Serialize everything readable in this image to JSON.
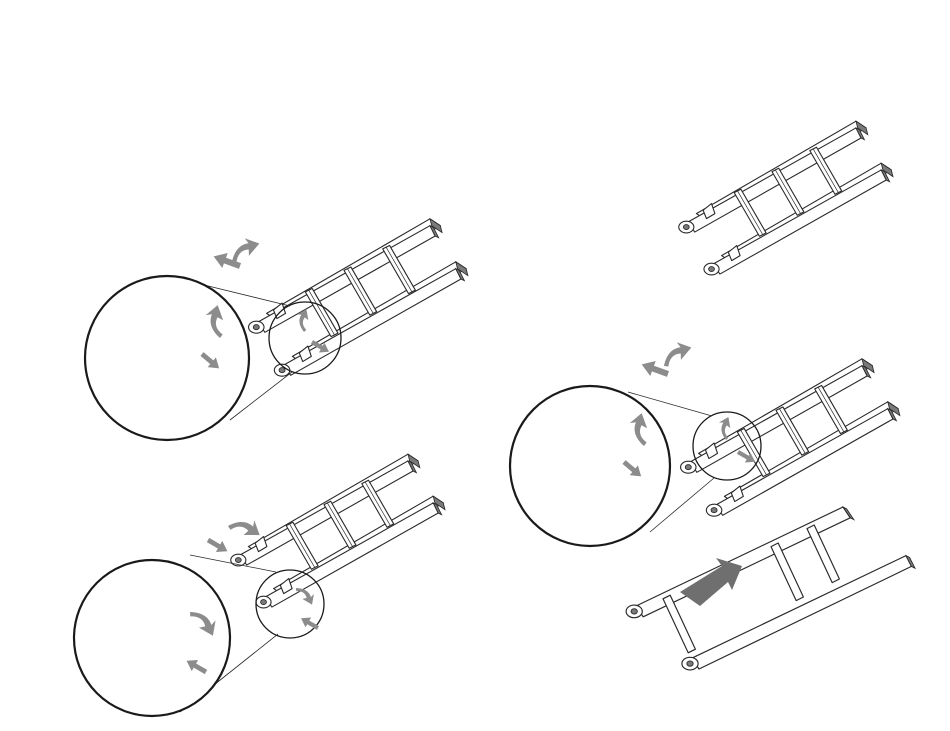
{
  "figure": {
    "steps": [
      {
        "id": "step-1",
        "description_text": ""
      },
      {
        "id": "step-2",
        "description_text": ""
      },
      {
        "id": "step-3",
        "description_text": ""
      },
      {
        "id": "step-4",
        "description_text": ""
      },
      {
        "id": "step-5",
        "description_text": ""
      }
    ],
    "colors": {
      "outline": "#2a2a2a",
      "arrow": "#8c8c8c",
      "latch": "#9c9c9c",
      "end_cap": "#7a7a7a",
      "background": "#ffffff"
    },
    "icons": [
      "curved-arrow-icon",
      "straight-arrow-icon",
      "magnifier-detail-icon",
      "hinge-latch-icon"
    ]
  }
}
